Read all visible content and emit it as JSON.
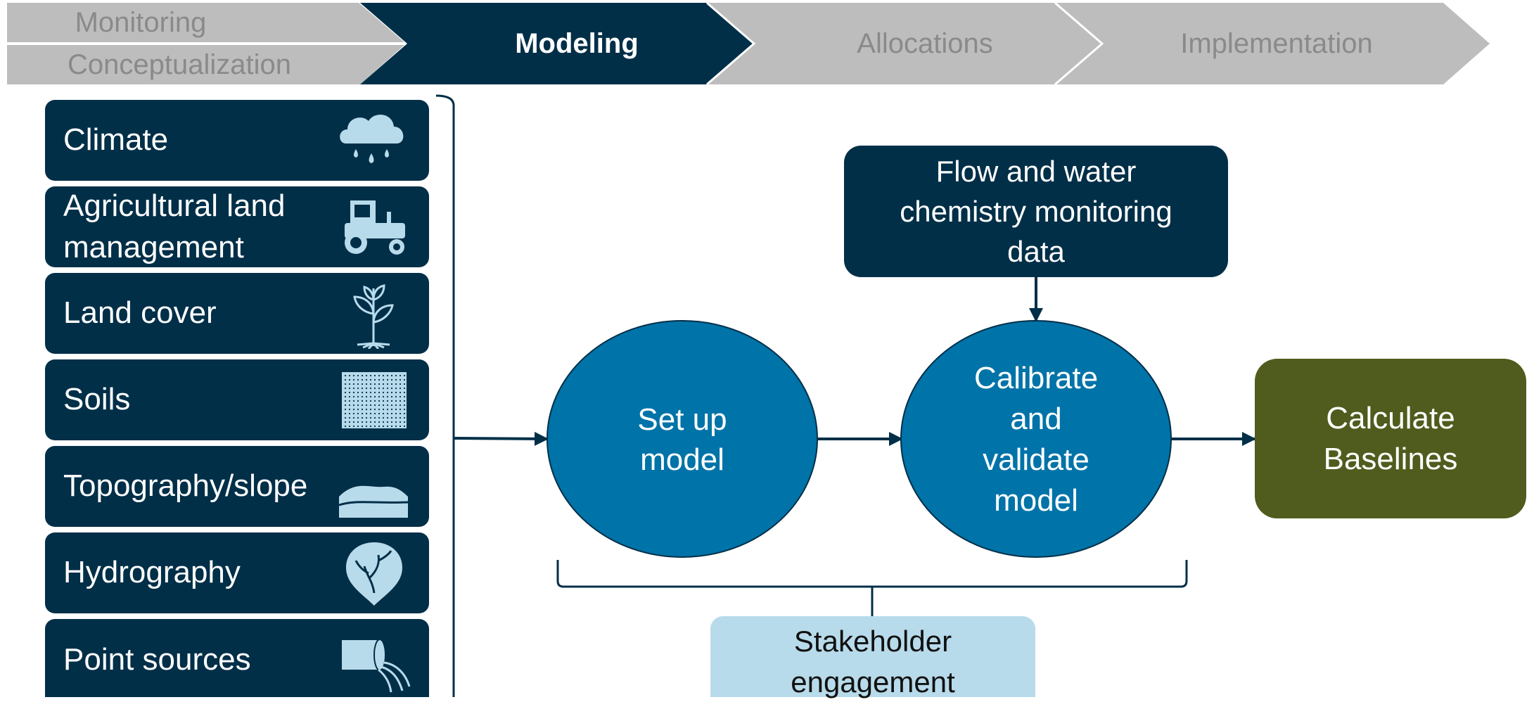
{
  "stages": {
    "monitoring": "Monitoring",
    "conceptualization": "Conceptualization",
    "modeling": "Modeling",
    "allocations": "Allocations",
    "implementation": "Implementation"
  },
  "inputs": [
    {
      "label": "Climate",
      "icon": "cloud-rain-icon"
    },
    {
      "label": "Agricultural land management",
      "icon": "tractor-icon"
    },
    {
      "label": "Land cover",
      "icon": "plant-icon"
    },
    {
      "label": "Soils",
      "icon": "soil-texture-icon"
    },
    {
      "label": "Topography/slope",
      "icon": "hills-sun-icon"
    },
    {
      "label": "Hydrography",
      "icon": "water-drop-icon"
    },
    {
      "label": "Point sources",
      "icon": "pipe-outfall-icon"
    }
  ],
  "process": {
    "monitoring_data": "Flow and water chemistry monitoring data",
    "setup": "Set up model",
    "calibrate": "Calibrate and validate model",
    "baselines": "Calculate Baselines",
    "stakeholder": "Stakeholder engagement"
  },
  "colors": {
    "navy": "#012f48",
    "blue": "#0073a8",
    "olive": "#4f5c1d",
    "light_blue": "#b8dbeb",
    "grey": "#bdbdbd",
    "icon": "#b8dbeb"
  }
}
